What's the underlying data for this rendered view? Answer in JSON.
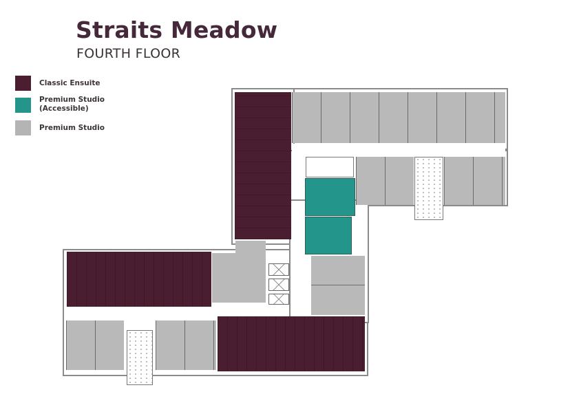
{
  "header": {
    "title": "Straits Meadow",
    "subtitle": "FOURTH FLOOR"
  },
  "legend": {
    "items": [
      {
        "label": "Classic Ensuite",
        "color": "#4a1e30"
      },
      {
        "label": "Premium Studio\n(Accessible)",
        "label_line1": "Premium Studio",
        "label_line2": "(Accessible)",
        "color": "#23958b"
      },
      {
        "label": "Premium Studio",
        "color": "#b4b4b4"
      }
    ]
  },
  "colors": {
    "classic_ensuite": "#4a1e30",
    "premium_studio_accessible": "#23958b",
    "premium_studio": "#b9b9b9",
    "walls": "#8a8a8a",
    "corridor": "#ffffff"
  },
  "floorplan": {
    "wings": [
      {
        "name": "north-east-wing-top-row",
        "type": "premium_studio"
      },
      {
        "name": "north-east-wing-bottom-row",
        "type": "premium_studio"
      },
      {
        "name": "north-west-block",
        "type": "classic_ensuite"
      },
      {
        "name": "accessible-studios",
        "type": "premium_studio_accessible"
      },
      {
        "name": "central-studios",
        "type": "premium_studio"
      },
      {
        "name": "west-block",
        "type": "classic_ensuite"
      },
      {
        "name": "south-west-studios-left",
        "type": "premium_studio"
      },
      {
        "name": "south-west-studios-right",
        "type": "premium_studio"
      },
      {
        "name": "south-block",
        "type": "classic_ensuite"
      },
      {
        "name": "east-central-studios",
        "type": "premium_studio"
      }
    ]
  }
}
